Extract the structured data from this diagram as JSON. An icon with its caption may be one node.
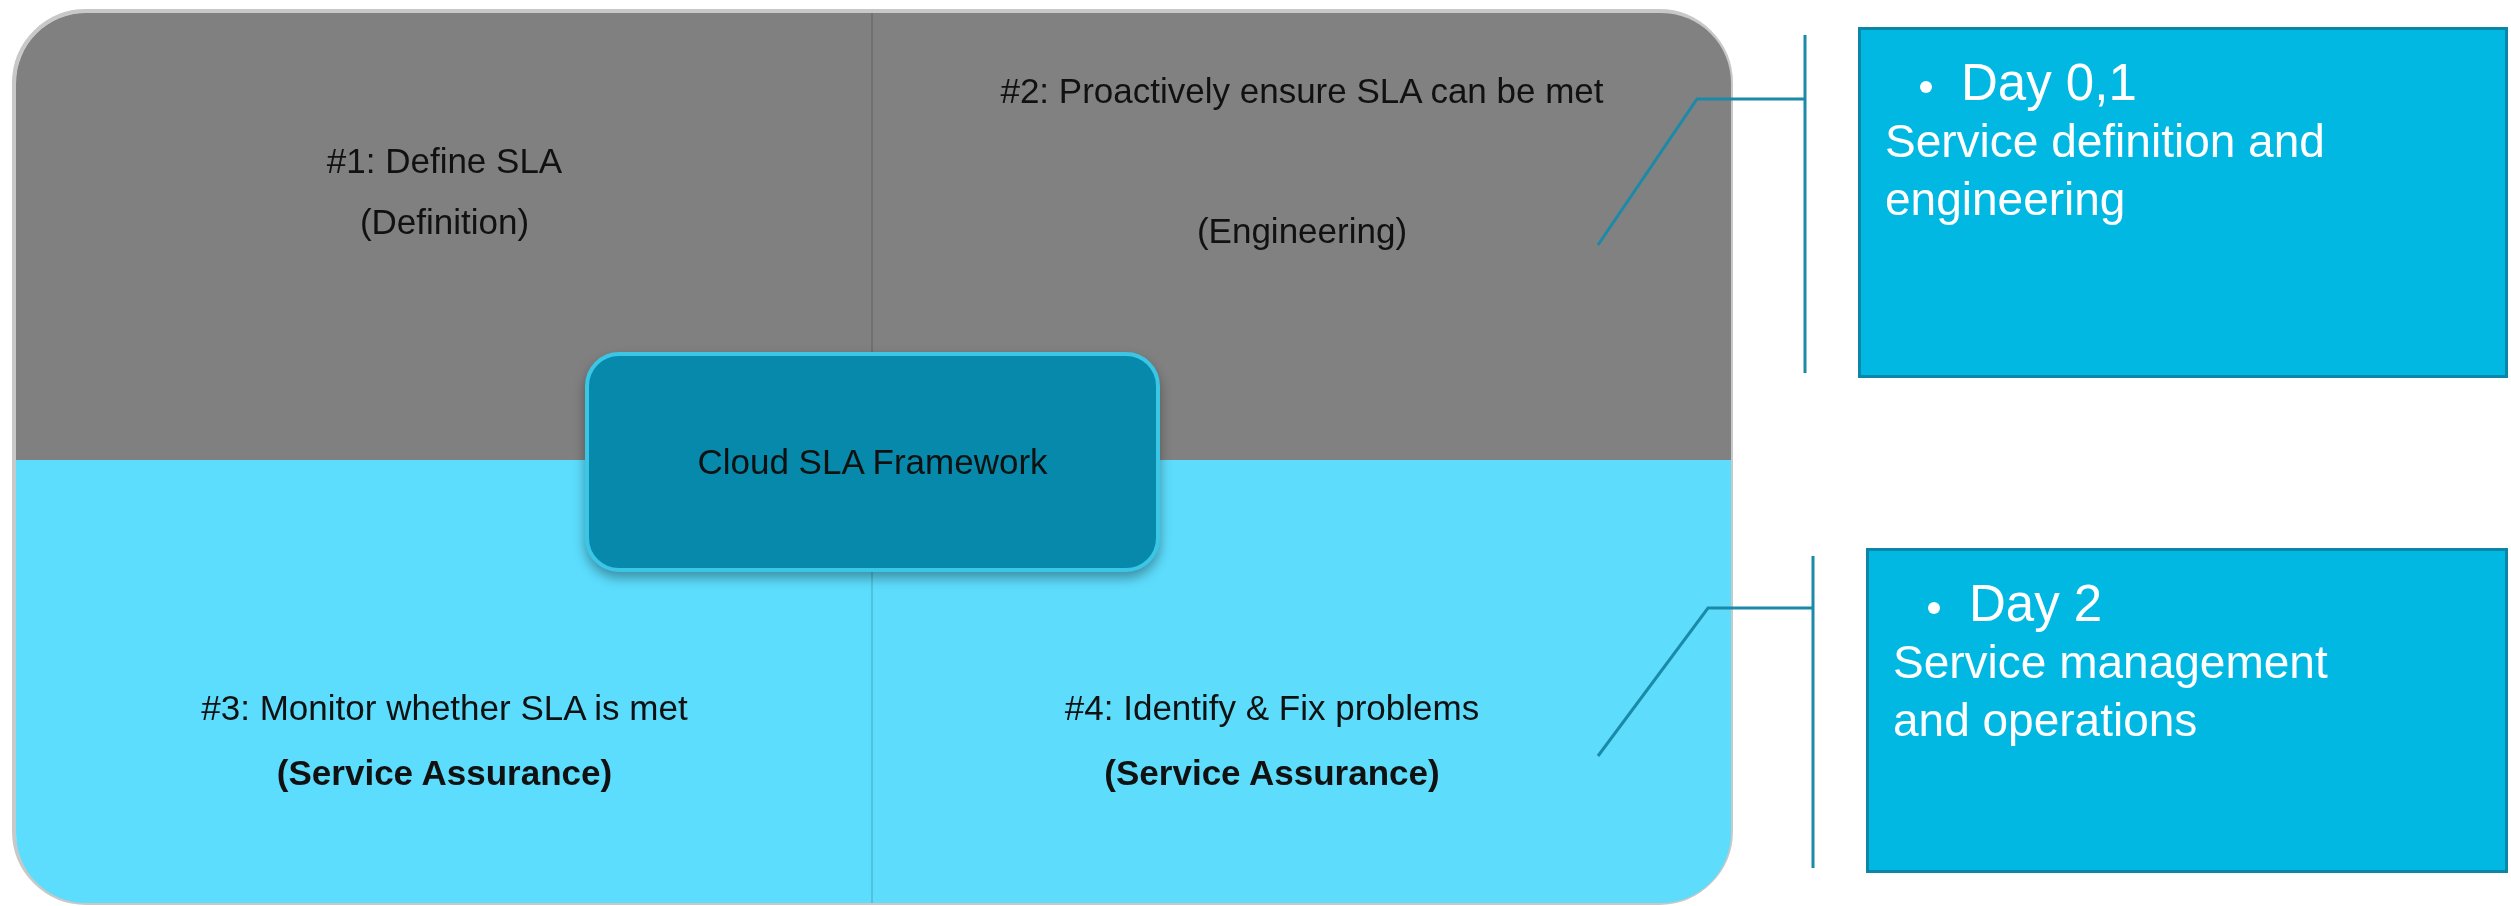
{
  "diagram": {
    "nodes": [
      {
        "text": [
          "#1: Define SLA",
          "(Definition)"
        ]
      },
      {
        "text": [
          "#2: Proactively ensure SLA can be met",
          "(Engineering)"
        ]
      },
      {
        "text": [
          "#3: Monitor whether SLA is met",
          "(Service Assurance)"
        ]
      },
      {
        "text": [
          "#4: Identify & Fix problems",
          "(Service Assurance)"
        ]
      },
      {
        "text": [
          "Cloud SLA Framework"
        ]
      },
      {
        "text": [
          "Day 0,1",
          "Service definition and engineering"
        ]
      },
      {
        "text": [
          "Day 2",
          "Service management and operations"
        ]
      }
    ],
    "edges": [
      {
        "from": 1,
        "to": 5,
        "arrow": "none"
      },
      {
        "from": 3,
        "to": 6,
        "arrow": "none"
      }
    ]
  }
}
